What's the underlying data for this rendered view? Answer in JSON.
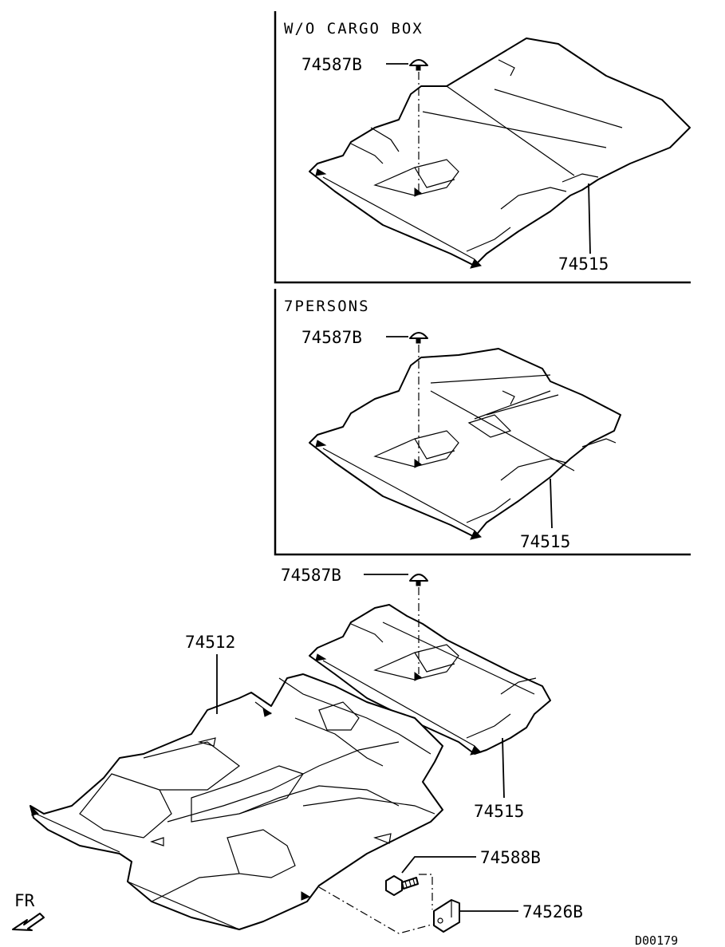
{
  "panels": {
    "wo_cargo_box": {
      "header": "W/O CARGO BOX",
      "clip_label": "74587B",
      "carpet_label": "74515"
    },
    "seven_persons": {
      "header": "7PERSONS",
      "clip_label": "74587B",
      "carpet_label": "74515"
    }
  },
  "main": {
    "clip_label": "74587B",
    "front_carpet_label": "74512",
    "rear_carpet_label": "74515",
    "bolt_label": "74588B",
    "bracket_label": "74526B",
    "direction_label": "FR"
  },
  "diagram_code": "D00179",
  "colors": {
    "ink": "#000000",
    "paper": "#ffffff"
  }
}
